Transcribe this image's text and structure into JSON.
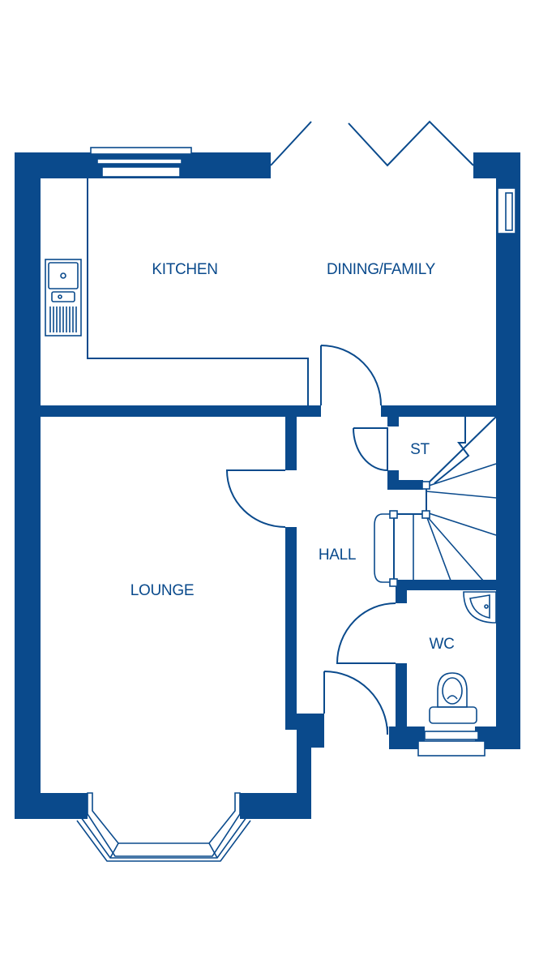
{
  "colors": {
    "wall": "#0a4a8c",
    "background": "#ffffff"
  },
  "rooms": {
    "kitchen": "KITCHEN",
    "dining_family": "DINING/FAMILY",
    "st": "ST",
    "hall": "HALL",
    "lounge": "LOUNGE",
    "wc": "WC"
  },
  "fixtures": {
    "kitchen_sink": "sink-icon",
    "toilet": "toilet-icon",
    "corner_basin": "basin-icon",
    "staircase": "staircase-icon"
  }
}
